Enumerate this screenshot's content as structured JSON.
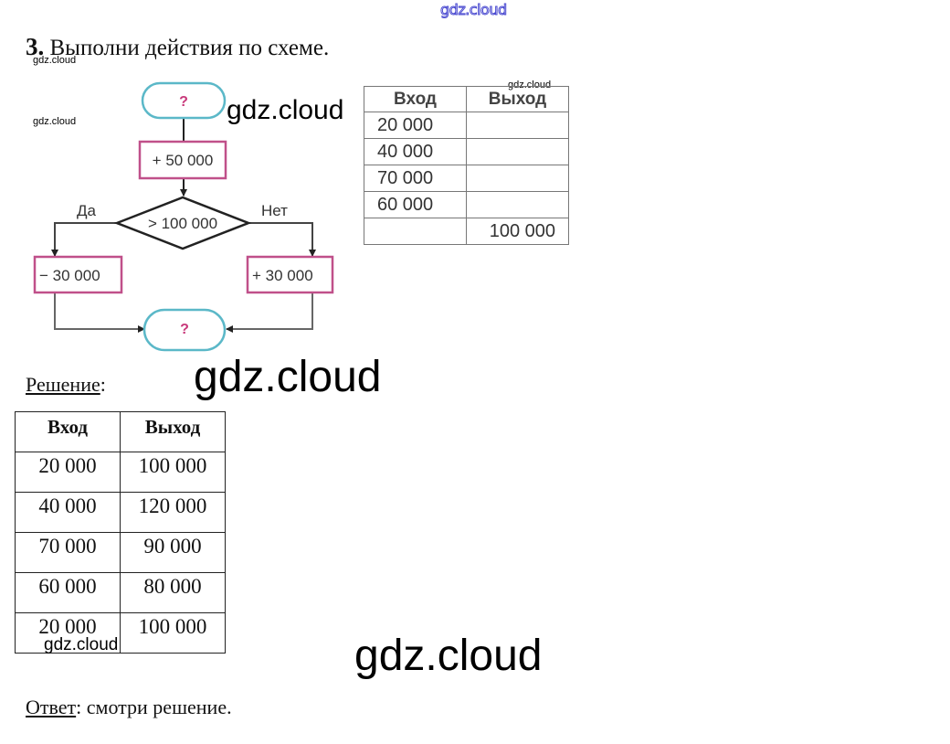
{
  "watermarks": {
    "top": "gdz.cloud",
    "small_1": "gdz.cloud",
    "small_2": "gdz.cloud",
    "small_3": "gdz.cloud",
    "mid": "gdz.cloud",
    "big_1": "gdz.cloud",
    "big_2": "gdz.cloud",
    "table_overlay": "gdz.cloud"
  },
  "task": {
    "number": "3.",
    "text": "Выполни действия по схеме."
  },
  "flowchart": {
    "start": "?",
    "step1": "+ 50 000",
    "condition": "> 100 000",
    "yes_label": "Да",
    "no_label": "Нет",
    "yes_action": "− 30 000",
    "no_action": "+ 30 000",
    "end": "?",
    "colors": {
      "terminal": "#5bb8c8",
      "process": "#c0508a",
      "question_mark": "#c8387a"
    }
  },
  "task_table": {
    "headers": [
      "Вход",
      "Выход"
    ],
    "rows": [
      [
        "20 000",
        ""
      ],
      [
        "40 000",
        ""
      ],
      [
        "70 000",
        ""
      ],
      [
        "60 000",
        ""
      ],
      [
        "",
        "100 000"
      ]
    ]
  },
  "solution": {
    "label": "Решение",
    "label_suffix": ":",
    "headers": [
      "Вход",
      "Выход"
    ],
    "rows": [
      [
        "20 000",
        "100 000"
      ],
      [
        "40 000",
        "120 000"
      ],
      [
        "70 000",
        "90 000"
      ],
      [
        "60 000",
        "80 000"
      ],
      [
        "20 000",
        "100 000"
      ]
    ]
  },
  "answer": {
    "label": "Ответ",
    "text": ": смотри решение."
  }
}
